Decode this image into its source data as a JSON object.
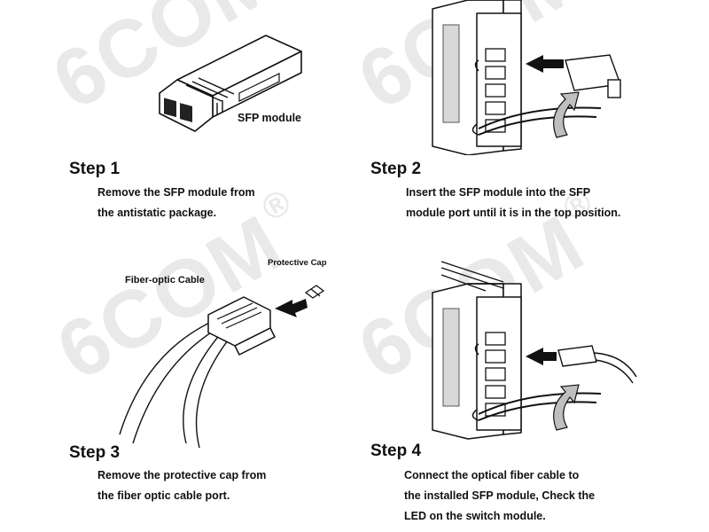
{
  "watermark": {
    "brand": "6COM",
    "registered_mark": "®"
  },
  "labels": {
    "sfp_module": "SFP module",
    "fiber_optic_cable": "Fiber-optic Cable",
    "protective_cap": "Protective Cap"
  },
  "steps": [
    {
      "title": "Step 1",
      "lines": [
        "Remove the SFP module from",
        "the antistatic package."
      ]
    },
    {
      "title": "Step 2",
      "lines": [
        "Insert the SFP module into the SFP",
        "module port until it is in the top position."
      ]
    },
    {
      "title": "Step 3",
      "lines": [
        "Remove the protective cap from",
        "the fiber optic cable port."
      ]
    },
    {
      "title": "Step 4",
      "lines": [
        "Connect the optical fiber cable to",
        "the installed SFP module, Check the",
        "LED on the switch module."
      ]
    }
  ]
}
